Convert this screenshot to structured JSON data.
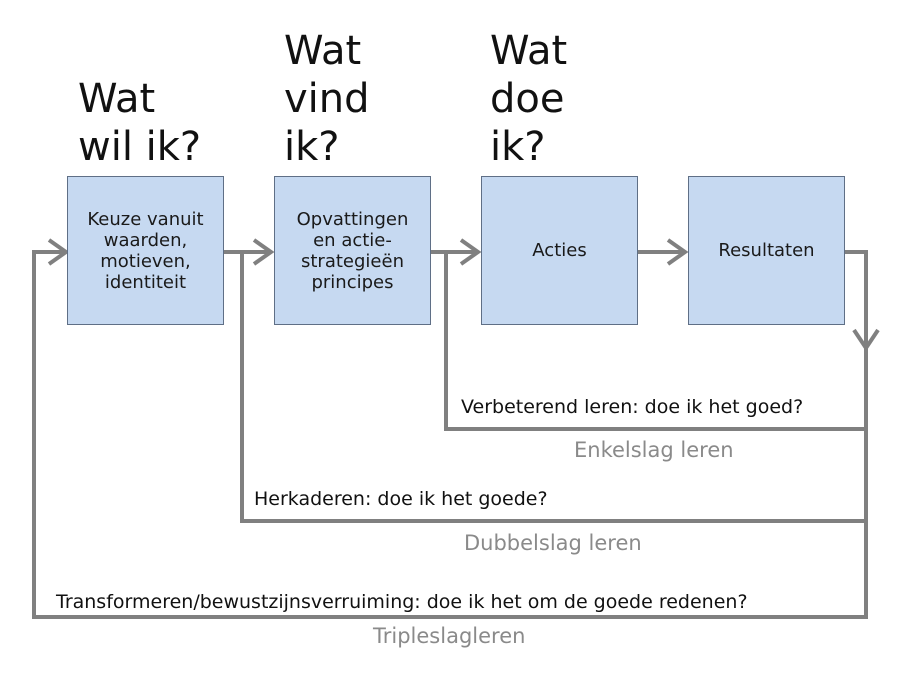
{
  "colors": {
    "box_fill": "#c6d9f1",
    "box_border": "#5f6f86",
    "arrow": "#808080",
    "caption": "#8a8a8a"
  },
  "questions": [
    {
      "text": "Wat\nwil ik?"
    },
    {
      "text": "Wat\nvind\nik?"
    },
    {
      "text": "Wat\ndoe\nik?"
    }
  ],
  "boxes": [
    {
      "text": "Keuze vanuit\nwaarden,\nmotieven,\nidentiteit"
    },
    {
      "text": "Opvattingen\nen actie-\nstrategieën\nprincipes"
    },
    {
      "text": "Acties"
    },
    {
      "text": "Resultaten"
    }
  ],
  "loops": [
    {
      "question": "Verbeterend leren: doe ik het goed?",
      "caption": "Enkelslag leren"
    },
    {
      "question": "Herkaderen: doe ik het goede?",
      "caption": "Dubbelslag leren"
    },
    {
      "question": "Transformeren/bewustzijnsverruiming: doe ik het om de goede redenen?",
      "caption": "Tripleslagleren"
    }
  ]
}
